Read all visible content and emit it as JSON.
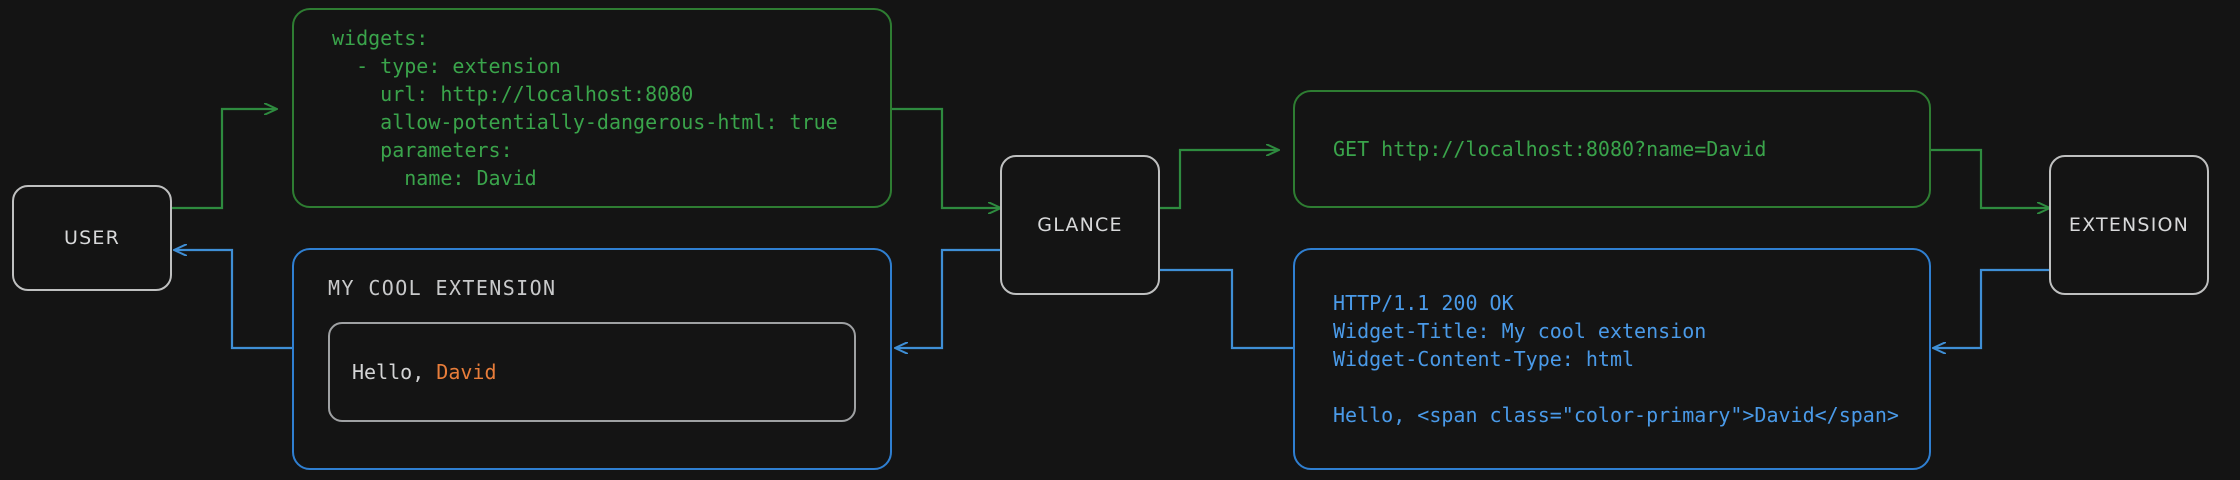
{
  "diagram": {
    "background_color": "#141414",
    "request_color": "#3aa44b",
    "response_color": "#4a9ae8",
    "node_color": "#bfc0c0",
    "accent_color": "#e87d3a"
  },
  "nodes": {
    "user": {
      "label": "USER"
    },
    "glance": {
      "label": "GLANCE"
    },
    "extension": {
      "label": "EXTENSION"
    }
  },
  "config_box": {
    "lines": [
      "widgets:",
      "  - type: extension",
      "    url: http://localhost:8080",
      "    allow-potentially-dangerous-html: true",
      "    parameters:",
      "      name: David"
    ]
  },
  "request_box": {
    "lines": [
      "GET http://localhost:8080?name=David"
    ]
  },
  "response_box": {
    "lines": [
      "HTTP/1.1 200 OK",
      "Widget-Title: My cool extension",
      "Widget-Content-Type: html",
      "",
      "Hello, <span class=\"color-primary\">David</span>"
    ]
  },
  "widget_render": {
    "title": "MY COOL EXTENSION",
    "greeting_prefix": "Hello, ",
    "greeting_name": "David"
  }
}
